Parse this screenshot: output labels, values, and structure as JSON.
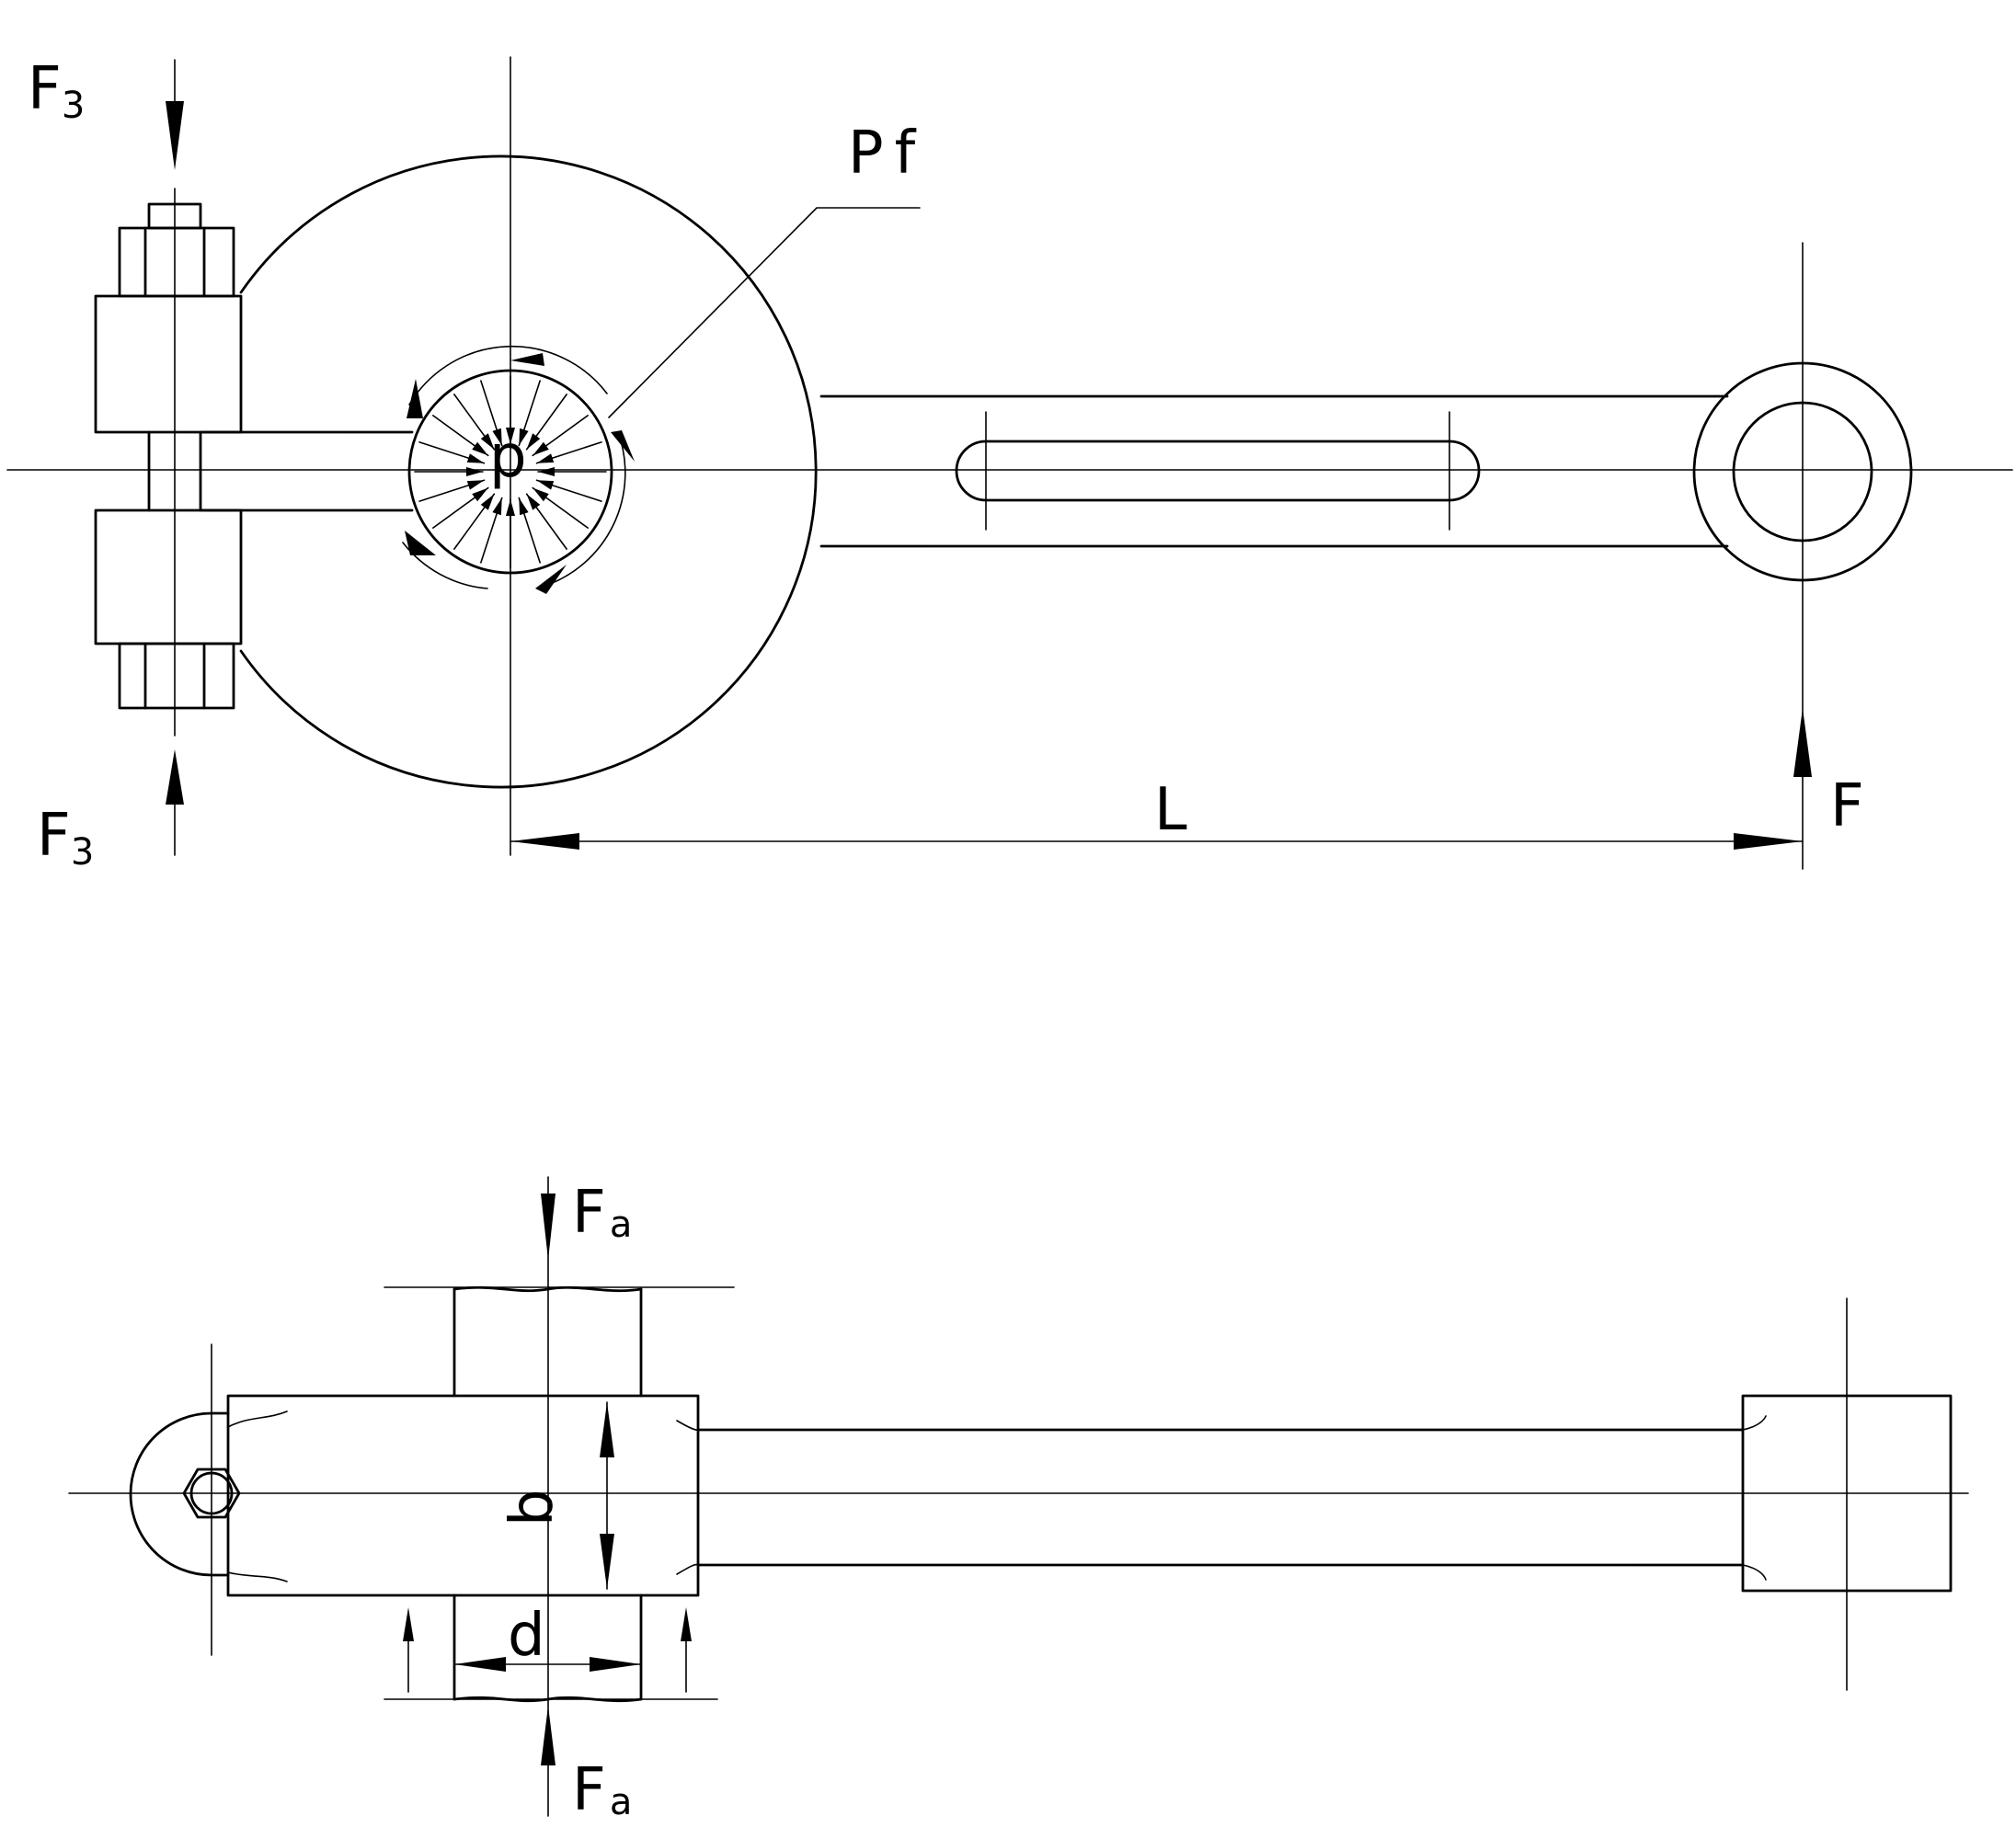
{
  "labels": {
    "f3_top": {
      "main": "F",
      "sub": "3"
    },
    "f3_bottom": {
      "main": "F",
      "sub": "3"
    },
    "pf": "Pf",
    "p": "p",
    "l": "L",
    "f": "F",
    "fa_top": {
      "main": "F",
      "sub": "a"
    },
    "fa_bottom": {
      "main": "F",
      "sub": "a"
    },
    "b": "b",
    "d": "d"
  }
}
